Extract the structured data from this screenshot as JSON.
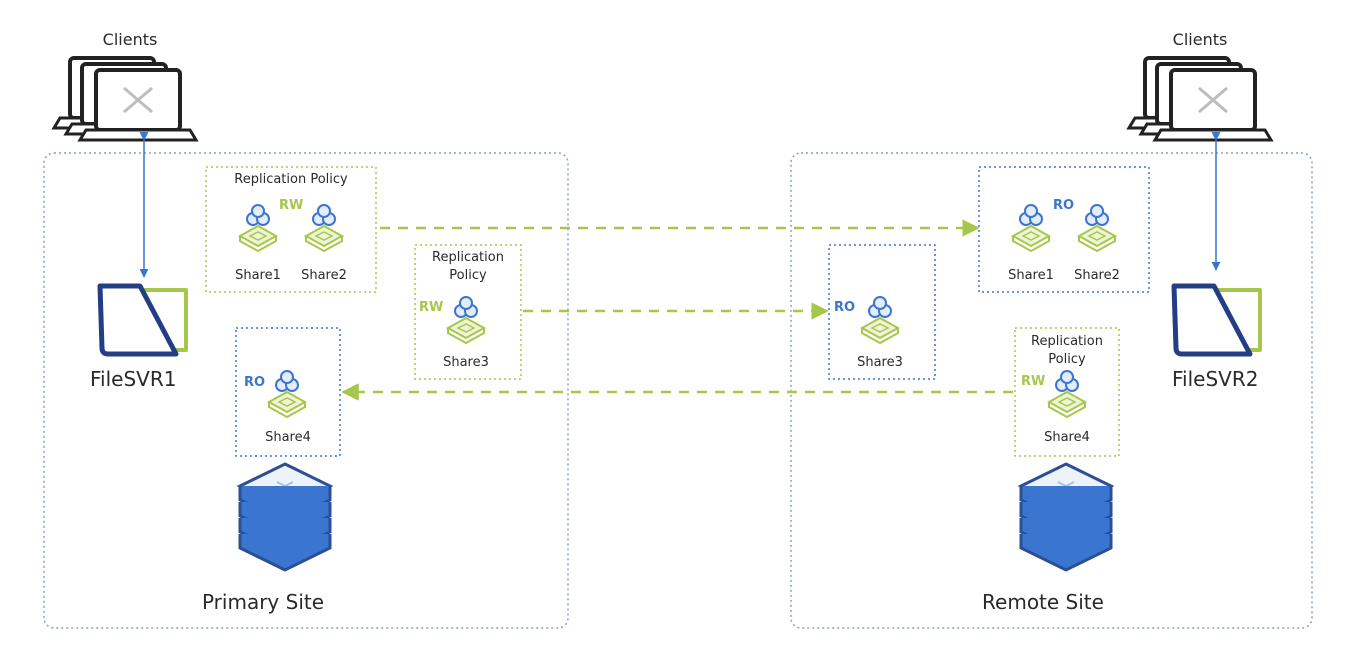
{
  "clients_left": "Clients",
  "clients_right": "Clients",
  "primary": {
    "site_label": "Primary Site",
    "fileserver": "FileSVR1",
    "policy1": {
      "title_line1": "Replication Policy",
      "mode": "RW",
      "shares": [
        "Share1",
        "Share2"
      ]
    },
    "policy2": {
      "title_line1": "Replication",
      "title_line2": "Policy",
      "mode": "RW",
      "share": "Share3"
    },
    "ro_box": {
      "mode": "RO",
      "share": "Share4"
    }
  },
  "remote": {
    "site_label": "Remote Site",
    "fileserver": "FileSVR2",
    "ro_box1": {
      "mode": "RO",
      "shares": [
        "Share1",
        "Share2"
      ]
    },
    "ro_box2": {
      "mode": "RO",
      "share": "Share3"
    },
    "policy": {
      "title_line1": "Replication",
      "title_line2": "Policy",
      "mode": "RW",
      "share": "Share4"
    }
  },
  "colors": {
    "green": "#a7c74a",
    "blue": "#3a76d0",
    "navy": "#243e86",
    "site_border": "#8aa0c4"
  },
  "icons": [
    "laptop-stack-icon",
    "file-server-icon",
    "share-stack-icon",
    "storage-cluster-icon",
    "replication-arrow"
  ]
}
